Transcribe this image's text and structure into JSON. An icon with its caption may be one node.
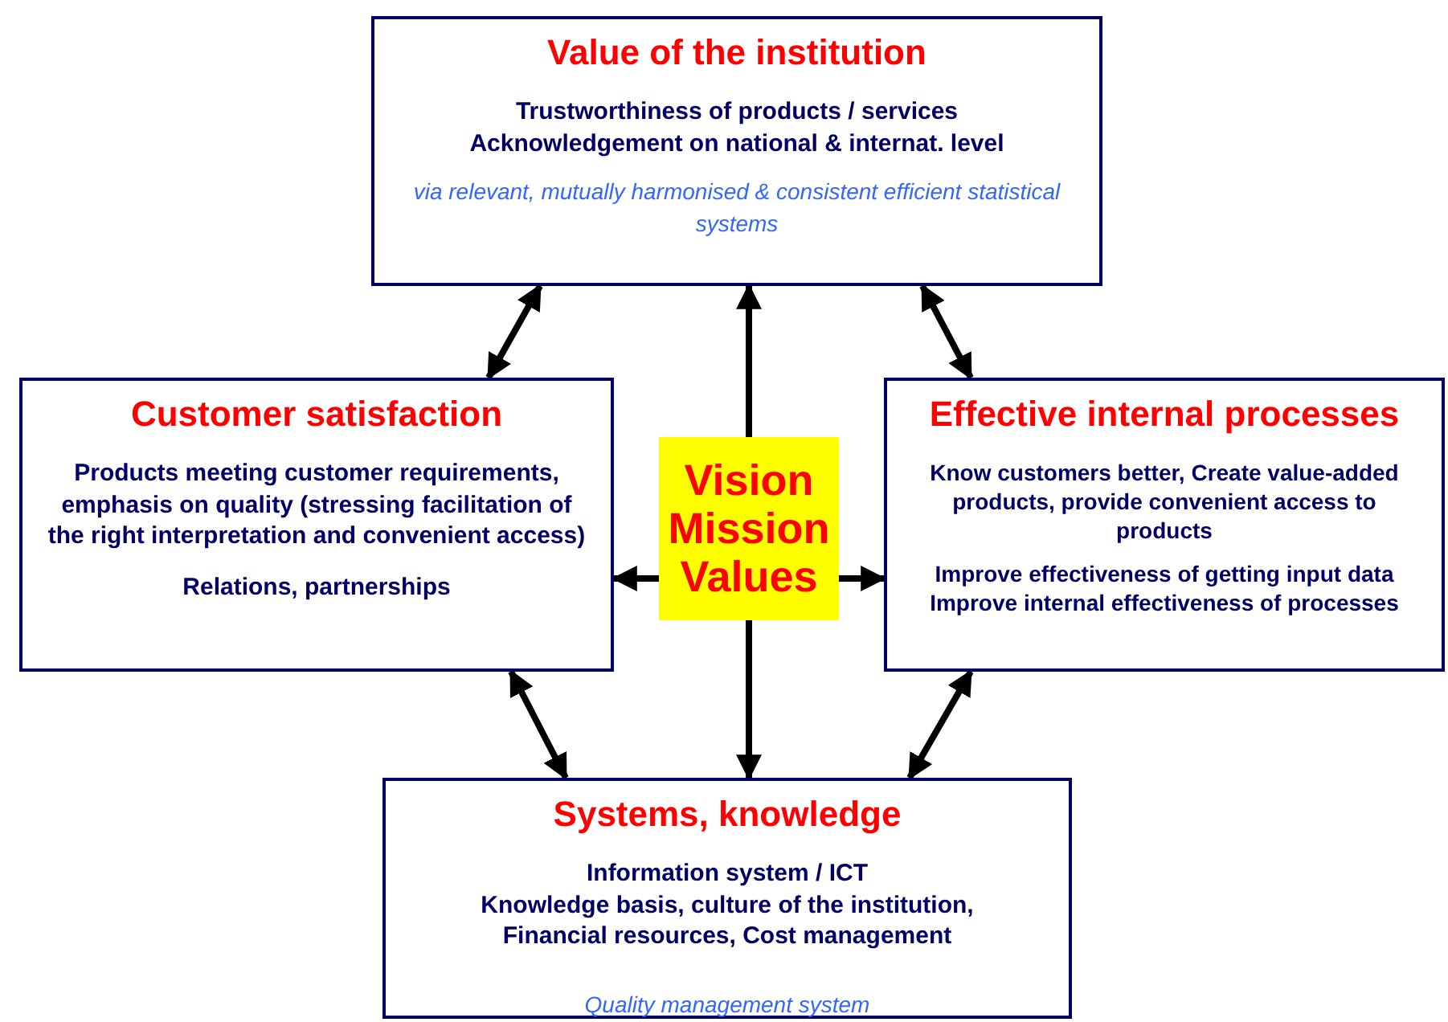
{
  "diagram": {
    "nodes": [
      {
        "text": [
          "Value of the institution",
          "Trustworthiness of products / services",
          "Acknowledgement on national & internat. level",
          "via relevant, mutually harmonised & consistent efficient statistical systems"
        ]
      },
      {
        "text": [
          "Customer satisfaction",
          "Products meeting customer requirements, emphasis on quality (stressing facilitation of the right interpretation and convenient access)",
          "Relations, partnerships"
        ]
      },
      {
        "text": [
          "Vision Mission Values"
        ]
      },
      {
        "text": [
          "Effective internal processes",
          "Know customers better, Create value-added products, provide convenient access to products",
          "Improve effectiveness of getting input data",
          "Improve internal effectiveness of processes"
        ]
      },
      {
        "text": [
          "Systems, knowledge",
          "Information system / ICT",
          "Knowledge basis, culture of the institution,",
          "Financial resources, Cost management",
          "Quality management system"
        ]
      }
    ],
    "edges": [
      {
        "from": 2,
        "to": 0,
        "arrow": "to"
      },
      {
        "from": 2,
        "to": 1,
        "arrow": "to"
      },
      {
        "from": 2,
        "to": 3,
        "arrow": "to"
      },
      {
        "from": 2,
        "to": 4,
        "arrow": "to"
      },
      {
        "from": 1,
        "to": 0,
        "arrow": "both"
      },
      {
        "from": 0,
        "to": 3,
        "arrow": "both"
      },
      {
        "from": 1,
        "to": 4,
        "arrow": "both"
      },
      {
        "from": 3,
        "to": 4,
        "arrow": "both"
      }
    ]
  }
}
